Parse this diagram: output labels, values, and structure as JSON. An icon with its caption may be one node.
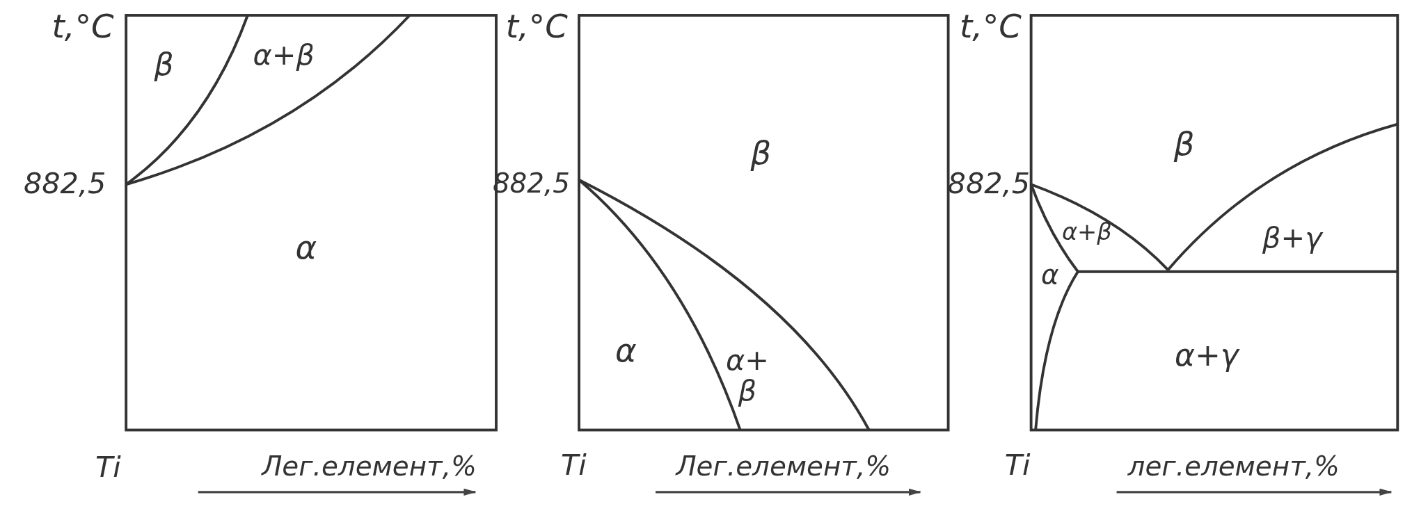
{
  "diagram": {
    "labels": [
      "t,°C",
      "β",
      "α+β",
      "882,5",
      "α",
      "Ti",
      "Лег.елемент,%",
      "t,°C",
      "882,5",
      "β",
      "α",
      "α+ β",
      "Ti",
      "Лег.елемент,%",
      "t,°C",
      "β",
      "882,5",
      "α+β",
      "β+γ",
      "α",
      "α+γ",
      "Ti",
      "лег.елемент,%"
    ]
  }
}
